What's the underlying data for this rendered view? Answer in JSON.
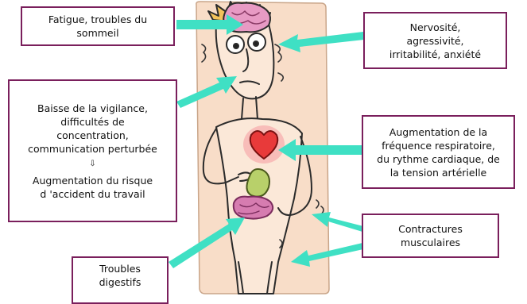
{
  "labels": {
    "fatigue": [
      "Fatigue, troubles du",
      "sommeil"
    ],
    "nervosite": [
      "Nervosité,",
      "agressivité,",
      "irritabilité, anxiété"
    ],
    "vigilance": [
      "Baisse de la vigilance,",
      "difficultés de",
      "concentration,",
      "communication perturbée"
    ],
    "vigilance_arrow": "⇩",
    "accident": [
      "Augmentation du risque",
      "d 'accident du travail"
    ],
    "respiratoire": [
      "Augmentation de la",
      "fréquence respiratoire,",
      "du rythme cardiaque, de",
      "la tension artérielle"
    ],
    "contractures": [
      "Contractures",
      "musculaires"
    ],
    "digestifs": [
      "Troubles",
      "digestifs"
    ]
  },
  "colors": {
    "box_border": "#7a1f5c",
    "arrow": "#3fe0c4",
    "background_card": "#f8ddc8",
    "heart": "#e83a3a",
    "brain": "#e79ac4",
    "intestines": "#d67cb0"
  }
}
